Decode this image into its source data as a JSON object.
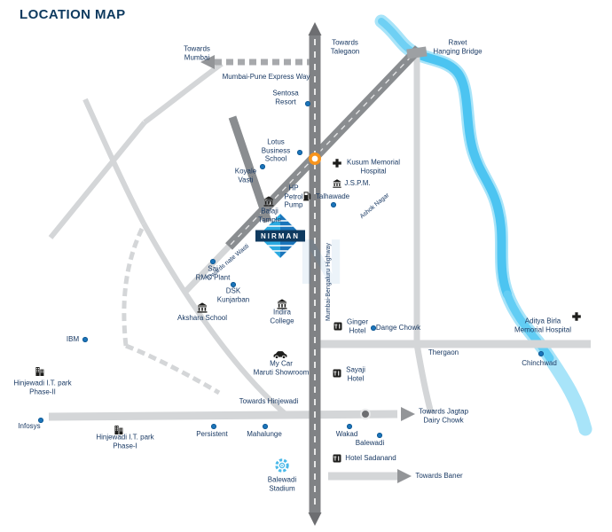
{
  "title": "LOCATION MAP",
  "logo": {
    "name": "NIRMAN",
    "initial": "N"
  },
  "colors": {
    "accent_orange": "#f7941d",
    "river_blue": "#45c1f0",
    "road_light": "#d4d6d8",
    "road_dark": "#808285",
    "text_navy": "#1a3a64",
    "dot_blue": "#1b75bb",
    "stadium_blue": "#4ab9e9"
  },
  "labels": {
    "towards_mumbai": "Towards\nMumbai",
    "mumbai_pune_express_way": "Mumbai-Pune Express Way",
    "towards_talegaon": "Towards\nTalegaon",
    "ravet_hanging_bridge": "Ravet\nHanging Bridge",
    "sentosa_resort": "Sentosa\nResort",
    "lotus_business_school": "Lotus\nBusiness\nSchool",
    "koyale_vasti": "Koyale\nVasti",
    "kusum_memorial_hospital": "Kusum Memorial\nHospital",
    "jspm": "J.S.P.M.",
    "talhawade": "Talhawade",
    "ashok_nagar": "Ashok Nagar",
    "hp_petrol_pump": "HP\nPetrol\nPump",
    "balaji_temple": "Balaji\nTemple",
    "towards_nate_wasti": "Towards nate Wasti",
    "sai_rmc_plant": "Sai\nRMC Plant",
    "dsk_kunjarban": "DSK\nKunjarban",
    "akshara_school": "Akshara School",
    "indira_college": "Indira\nCollege",
    "mumbai_bengaluru_highway": "Mumbai-Bengaluru Highway",
    "ginger_hotel": "Ginger\nHotel",
    "dange_chowk": "Dange Chowk",
    "aditya_birla_memorial_hospital": "Aditya Birla\nMemorial Hospital",
    "ibm": "IBM",
    "thergaon": "Thergaon",
    "chinchwad": "Chinchwad",
    "my_car_maruti_showroom": "My Car\nMaruti Showroom",
    "sayaji_hotel": "Sayaji\nHotel",
    "hinjewadi_it_park_phase2": "Hinjewadi I.T. park\nPhase-II",
    "towards_hinjewadi": "Towards Hinjewadi",
    "towards_jagtap_dairy_chowk": "Towards Jagtap\nDairy Chowk",
    "infosys": "Infosys",
    "hinjewadi_it_park_phase1": "Hinjewadi I.T. park\nPhase-I",
    "persistent": "Persistent",
    "mahalunge": "Mahalunge",
    "wakad": "Wakad",
    "balewadi": "Balewadi",
    "hotel_sadanand": "Hotel Sadanand",
    "towards_baner": "Towards Baner",
    "balewadi_stadium": "Balewadi\nStadium"
  }
}
